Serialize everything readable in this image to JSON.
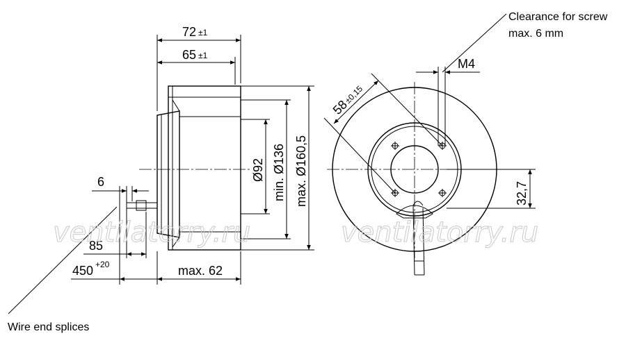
{
  "labels": {
    "clearance_line1": "Clearance for screw",
    "clearance_line2": "max. 6 mm",
    "m4": "M4",
    "wire_end_splices": "Wire end splices"
  },
  "dimensions": {
    "d72": "72",
    "d72_tol": "±1",
    "d65": "65",
    "d65_tol": "±1",
    "d6": "6",
    "d85": "85",
    "d450": "450",
    "d450_tol": "+20",
    "max62": "max. 62",
    "dia92": "Ø92",
    "dia136": "min. Ø136",
    "dia160": "max. Ø160,5",
    "d58": "58",
    "d58_tol": "±0,15",
    "d32_7": "32,7"
  },
  "watermark": {
    "left": "ventilatorry.ru",
    "right": "ventilatorry.ru"
  }
}
